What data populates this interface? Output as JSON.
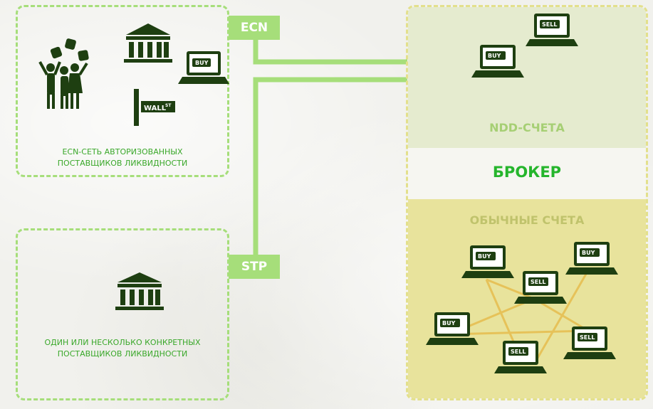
{
  "tags": {
    "ecn": "ECN",
    "stp": "STP"
  },
  "ecn_box": {
    "caption_line1": "ECN-СЕТЬ АВТОРИЗОВАННЫХ",
    "caption_line2": "ПОСТАВЩИКОВ ЛИКВИДНОСТИ",
    "icons": [
      "traders-icon",
      "bank-icon",
      "wall-street-sign-icon",
      "buy-laptop-icon"
    ],
    "sign_label": "WALL",
    "sign_sup": "ST",
    "laptop_label": "BUY"
  },
  "stp_box": {
    "caption_line1": "ОДИН ИЛИ НЕСКОЛЬКО КОНКРЕТНЫХ",
    "caption_line2": "ПОСТАВЩИКОВ ЛИКВИДНОСТИ",
    "icons": [
      "bank-icon"
    ]
  },
  "broker": {
    "ndd_title": "NDD-СЧЕТА",
    "broker_title": "БРОКЕР",
    "regular_title": "ОБЫЧНЫЕ СЧЕТА",
    "ndd_laptops": [
      "BUY",
      "SELL"
    ],
    "regular_laptops": [
      "BUY",
      "SELL",
      "BUY",
      "BUY",
      "SELL",
      "SELL"
    ]
  },
  "colors": {
    "green_line": "#a6de7a",
    "dark_icon": "#1e3f11",
    "caption_text": "#3aa82a",
    "broker_text": "#25b52c",
    "ndd_bg": "#e5ebcf",
    "regular_bg": "#e8e39c",
    "peer_line": "#e6bd4e"
  }
}
